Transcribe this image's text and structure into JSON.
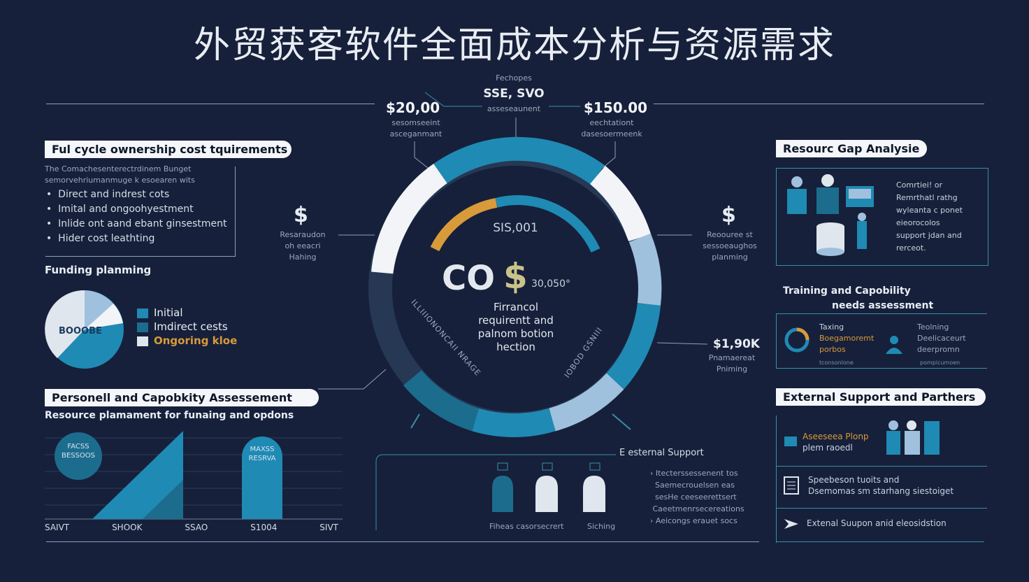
{
  "title": "外贸获客软件全面成本分析与资源需求",
  "top": {
    "center_top": "Fechopes",
    "center_value": "SSE, SVO",
    "center_sub": "asseseaunent",
    "left_value": "$20,00",
    "left_sub": [
      "sesomseeint",
      "asceganmant"
    ],
    "right_value": "$150.00",
    "right_sub": [
      "eechtationt",
      "dasesoermeenk"
    ]
  },
  "left_panel": {
    "heading": "Ful cycle ownership cost tquirements",
    "intro": [
      "The Comachesenterectrdinem Bunget",
      "semorvehriumanmuge k esoearen wits"
    ],
    "bullets": [
      "Direct and indrest cots",
      "Imital and ongoohyestment",
      "Inlide ont aand ebant ginsestment",
      "Hider cost leathting"
    ]
  },
  "funding": {
    "label": "Funding planming",
    "pie_label": "BOOOBE",
    "legend": [
      "Initial",
      "Imdirect cests",
      "Ongoring kloe"
    ]
  },
  "personnel": {
    "heading": "Personell and Capobkity Assessement",
    "subheading": "Resource plamament for funaing and opdons",
    "circle1": [
      "FACSS",
      "BESSOOS"
    ],
    "circle2": [
      "MAXSS",
      "RESRVA"
    ],
    "x_labels": [
      "SAIVT",
      "SHOOK",
      "SSAO",
      "S1004",
      "SIVT"
    ]
  },
  "center": {
    "gauge_value": "SIS,001",
    "co_text": "CO",
    "dollar": "$",
    "side_value": "30,050°",
    "desc": [
      "Firrancol",
      "requirentt and",
      "palnom botion",
      "hection"
    ],
    "arc_left": "ILLIIIONONCAII NRAGE",
    "arc_right": "IOBOD GSNIII"
  },
  "side_left": {
    "symbol": "$",
    "text": [
      "Resaraudon",
      "oh eeacri",
      "Hahing"
    ]
  },
  "side_right": {
    "symbol": "$",
    "text": [
      "Reoouree st",
      "sessoeaughos",
      "planming"
    ]
  },
  "side_bottom_right": {
    "value": "$1,90K",
    "text": [
      "Pnamaereat",
      "Pniming"
    ]
  },
  "bottom_center": {
    "label": "E  esternal Support",
    "labels": [
      "Fiheas casorsecrert",
      "Siching"
    ],
    "notes": [
      "Itecterssessenent tos",
      "Saemecrouelsen eas",
      "sesHe ceeseerettsert",
      "Caeetmenrsecereations",
      "Aeicongs erauet socs"
    ]
  },
  "right_panel": {
    "gap_heading": "Resourc Gap Analysie",
    "gap_text": [
      "Comrtiei! or",
      "Remrthatl rathg",
      "wyleanta c ponet",
      "eieorocolos",
      "support jdan and",
      "rerceot."
    ],
    "training_heading": [
      "Training and Capobility",
      "needs assessment"
    ],
    "training_left": [
      "Taxing",
      "Boegamoremt",
      "porbos"
    ],
    "training_right": [
      "Teolning",
      "Deelicaceurt",
      "deerpromn"
    ],
    "training_tiny": [
      "tconsonlone",
      "pompicumoen"
    ],
    "external_heading": "External Support and Parthers",
    "ext_item1": [
      "Aseeseea Plonp",
      "plem raoedl"
    ],
    "ext_item2": [
      "Speebeson tuoits and",
      "Dsemomas sm starhang siestoiget"
    ],
    "ext_item3": "Extenal Suupon anid eleosidstion"
  },
  "colors": {
    "background": "#16203a",
    "accent_blue": "#1f8ab4",
    "accent_light": "#9fc1de",
    "accent_orange": "#d99a3a",
    "ring_dark": "#263853"
  }
}
